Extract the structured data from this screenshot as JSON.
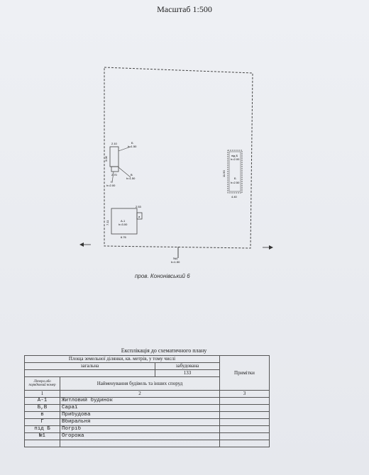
{
  "header": {
    "scale": "Масштаб 1:500"
  },
  "plan": {
    "street_label": "пров. Кононівський 6",
    "dims": {
      "top_left_w": "2.10",
      "top_left_b": "2.70",
      "left_side": "3.06",
      "a1_top": "2.53",
      "a1_side": "7.11",
      "a1_bottom": "6.76",
      "right_side": "11.90",
      "right_bottom": "4.40"
    },
    "marks": {
      "b_top": "Б",
      "b_top_h": "h=1.50",
      "v": "В",
      "v_h": "h=1.50",
      "g": "Г",
      "g_h": "h=2.00",
      "a1": "А-1",
      "a1_h": "h=3.00",
      "a1_small": "а",
      "b_right_pid": "під Б",
      "b_right_pid_h": "h=2.00",
      "b_right": "Б",
      "b_right_h": "h=2.50",
      "gate": "№1",
      "gate_h": "h=1.50"
    }
  },
  "explication": {
    "title": "Експлікація до схематичного плану",
    "area_header": "Площа земельної ділянки, кв. метрів, у тому числі",
    "area_total_label": "загальна",
    "area_built_label": "забудована",
    "area_built_value": "133",
    "notes_header": "Примітки",
    "col_letter_header": "Літера або порядковий номер",
    "col_name_header": "Найменування будівель та інших споруд",
    "col_nums": [
      "1",
      "2",
      "3"
    ],
    "rows": [
      {
        "letter": "А-1",
        "name": "Житловий будинок"
      },
      {
        "letter": "Б,В",
        "name": "Сараї"
      },
      {
        "letter": "в",
        "name": "Прибудова"
      },
      {
        "letter": "Г",
        "name": "Вбиральня"
      },
      {
        "letter": "під Б",
        "name": "Погріб"
      },
      {
        "letter": "№1",
        "name": "Огорожа"
      },
      {
        "letter": "",
        "name": ""
      }
    ]
  }
}
